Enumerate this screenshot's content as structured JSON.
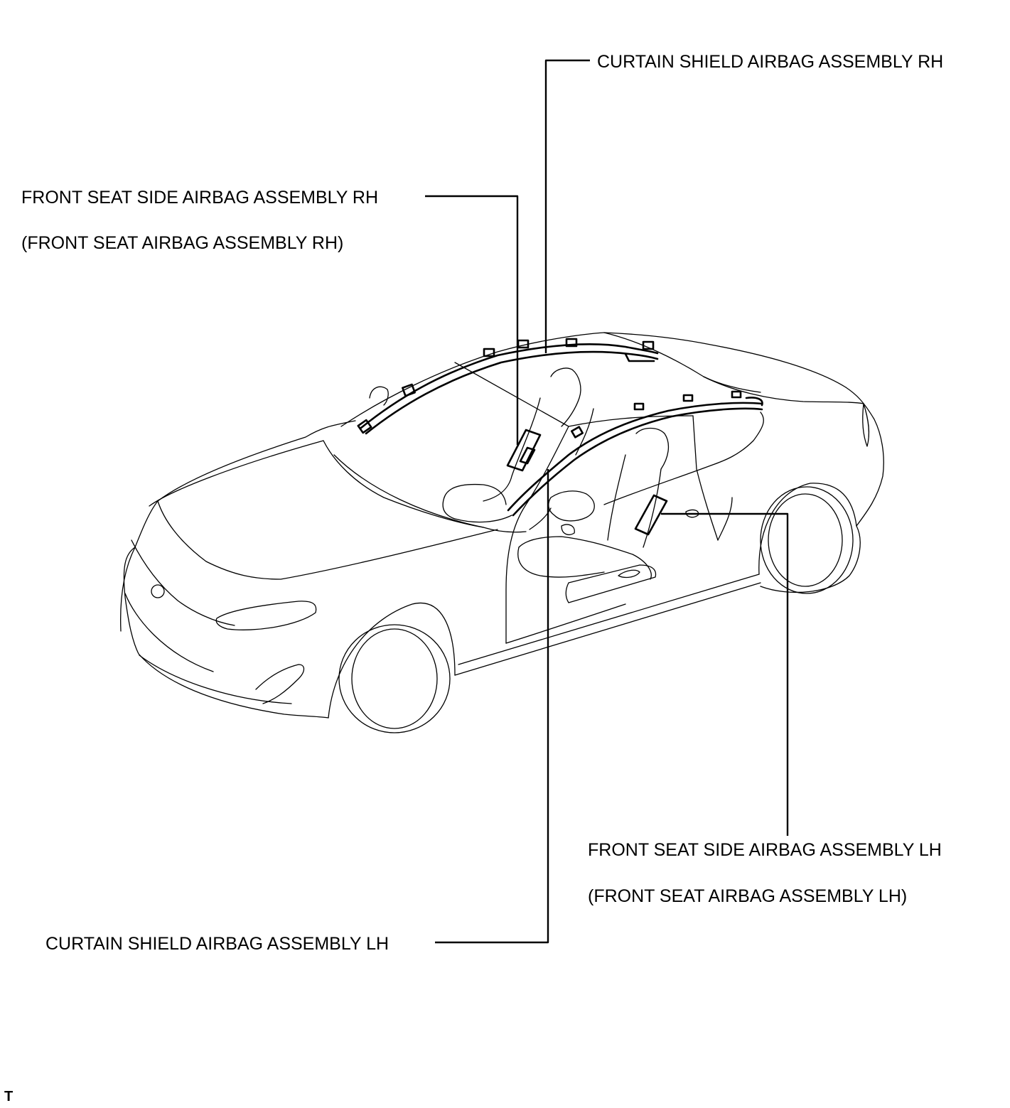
{
  "labels": {
    "curtain_rh": "CURTAIN SHIELD AIRBAG ASSEMBLY RH",
    "side_rh": "FRONT SEAT SIDE AIRBAG ASSEMBLY RH",
    "side_rh_alt": "(FRONT SEAT AIRBAG ASSEMBLY RH)",
    "side_lh": "FRONT SEAT SIDE AIRBAG ASSEMBLY LH",
    "side_lh_alt": "(FRONT SEAT AIRBAG ASSEMBLY LH)",
    "curtain_lh": "CURTAIN SHIELD AIRBAG ASSEMBLY LH"
  },
  "corner_mark": "T",
  "colors": {
    "line": "#000000",
    "background": "#ffffff"
  }
}
